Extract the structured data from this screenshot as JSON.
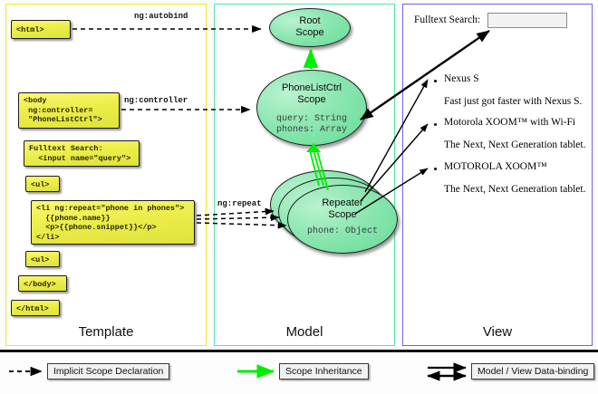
{
  "diagram": {
    "title": "AngularJS Template / Model / View data-binding diagram",
    "colors": {
      "template_border": "#f2ea12",
      "model_border": "#52e6a2",
      "view_border": "#7a5fe3",
      "code_box_fill": "#ecec4a",
      "scope_fill": "#8fe7b3",
      "inheritance_arrow": "#00ee00",
      "declaration_arrow": "#000000"
    }
  },
  "panels": {
    "template": {
      "label": "Template"
    },
    "model": {
      "label": "Model"
    },
    "view": {
      "label": "View"
    }
  },
  "template": {
    "boxes": [
      {
        "id": "html-open",
        "text": "<html>"
      },
      {
        "id": "body-open",
        "text": "<body\n ng:controller=\n \"PhoneListCtrl\">"
      },
      {
        "id": "search",
        "text": "Fulltext Search:\n  <input name=\"query\">"
      },
      {
        "id": "ul-open",
        "text": "<ul>"
      },
      {
        "id": "li-repeat",
        "text": "<li ng:repeat=\"phone in phones\">\n  {{phone.name}}\n  <p>{{phone.snippet}}</p>\n</li>"
      },
      {
        "id": "ul-close",
        "text": "<ul>"
      },
      {
        "id": "body-close",
        "text": "</body>"
      },
      {
        "id": "html-close",
        "text": "</html>"
      }
    ]
  },
  "edges": {
    "autobind": "ng:autobind",
    "controller": "ng:controller",
    "repeat": "ng:repeat"
  },
  "model": {
    "scopes": [
      {
        "id": "root-scope",
        "title_line1": "Root",
        "title_line2": "Scope",
        "props": []
      },
      {
        "id": "ctrl-scope",
        "title_line1": "PhoneListCtrl",
        "title_line2": "Scope",
        "props": [
          {
            "text": "query: String",
            "bold": true
          },
          {
            "text": "phones: Array",
            "bold": false
          }
        ]
      },
      {
        "id": "repeater-scope",
        "title_line1": "Repeater",
        "title_line2": "Scope",
        "props": [
          {
            "text": "phone: Object",
            "bold": false
          }
        ]
      }
    ]
  },
  "view": {
    "search_label": "Fulltext Search:",
    "search_value": "",
    "search_placeholder": "",
    "items": [
      {
        "name": "Nexus S",
        "snippet": "Fast just got faster with Nexus S."
      },
      {
        "name": "Motorola XOOM™  with Wi-Fi",
        "snippet": "The Next, Next Generation tablet."
      },
      {
        "name": "MOTOROLA XOOM™",
        "snippet": "The Next, Next Generation tablet."
      }
    ]
  },
  "legend": {
    "items": [
      {
        "id": "implicit-scope-declaration",
        "label": "Implicit Scope Declaration",
        "arrow": "dashed-black"
      },
      {
        "id": "scope-inheritance",
        "label": "Scope Inheritance",
        "arrow": "solid-green"
      },
      {
        "id": "model-view-data-binding",
        "label": "Model / View Data-binding",
        "arrow": "double-black"
      }
    ]
  }
}
